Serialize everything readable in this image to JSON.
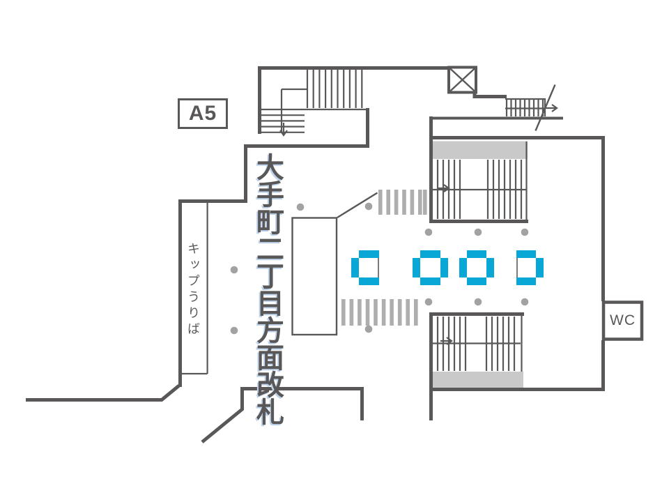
{
  "labels": {
    "exit_badge": "A5",
    "gate_name": "大手町二丁目方面改札",
    "ticket_office": "キップうりば",
    "restroom": "WC"
  },
  "colors": {
    "wall": "#595757",
    "band": "#c9c9c9",
    "stripe": "#aeaeae",
    "dot": "#a2a2a2",
    "gate_blue": "#09a7d6",
    "shadow_blue": "#bdd2ea",
    "bg": "#ffffff"
  },
  "features": {
    "ticket_gates_count": 4,
    "stairs": [
      "upper-left-stairs",
      "upper-right-stairs",
      "lower-right-stairs"
    ],
    "escalator": "top-right-escalator",
    "elevator": "top-elevator-x-box",
    "pillar_dots_count": 11,
    "stripe_zones": [
      "upper-stripe-zone",
      "lower-stripe-zone"
    ]
  }
}
